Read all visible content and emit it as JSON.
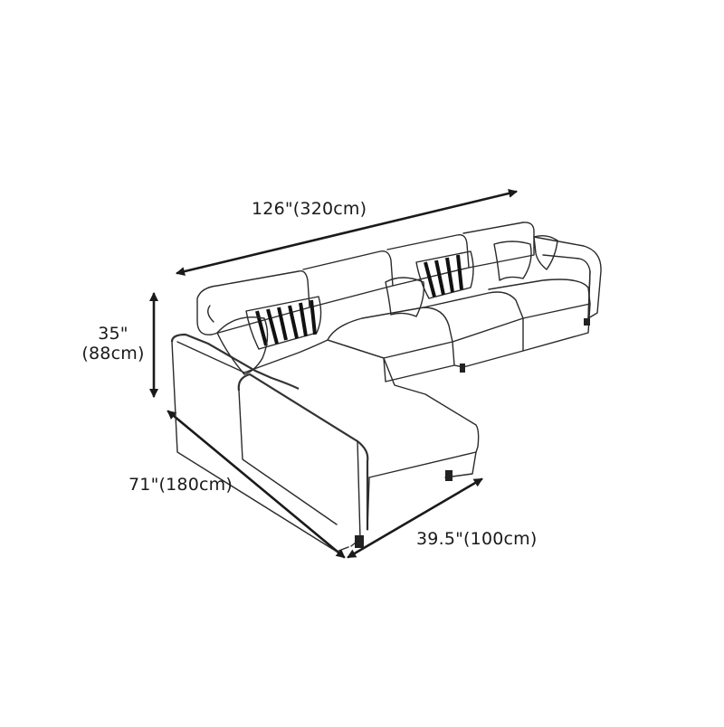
{
  "diagram": {
    "subject": "L-shaped sectional sofa line drawing with dimensions",
    "dimensions": {
      "length": {
        "label": "126\"(320cm)",
        "inches": 126,
        "cm": 320
      },
      "height": {
        "label_line1": "35\"",
        "label_line2": "(88cm)",
        "inches": 35,
        "cm": 88
      },
      "chaise_length": {
        "label": "71\"(180cm)",
        "inches": 71,
        "cm": 180
      },
      "chaise_width": {
        "label": "39.5\"(100cm)",
        "inches": 39.5,
        "cm": 100
      }
    },
    "colors": {
      "line": "#2a2a2a",
      "background": "#ffffff"
    }
  }
}
